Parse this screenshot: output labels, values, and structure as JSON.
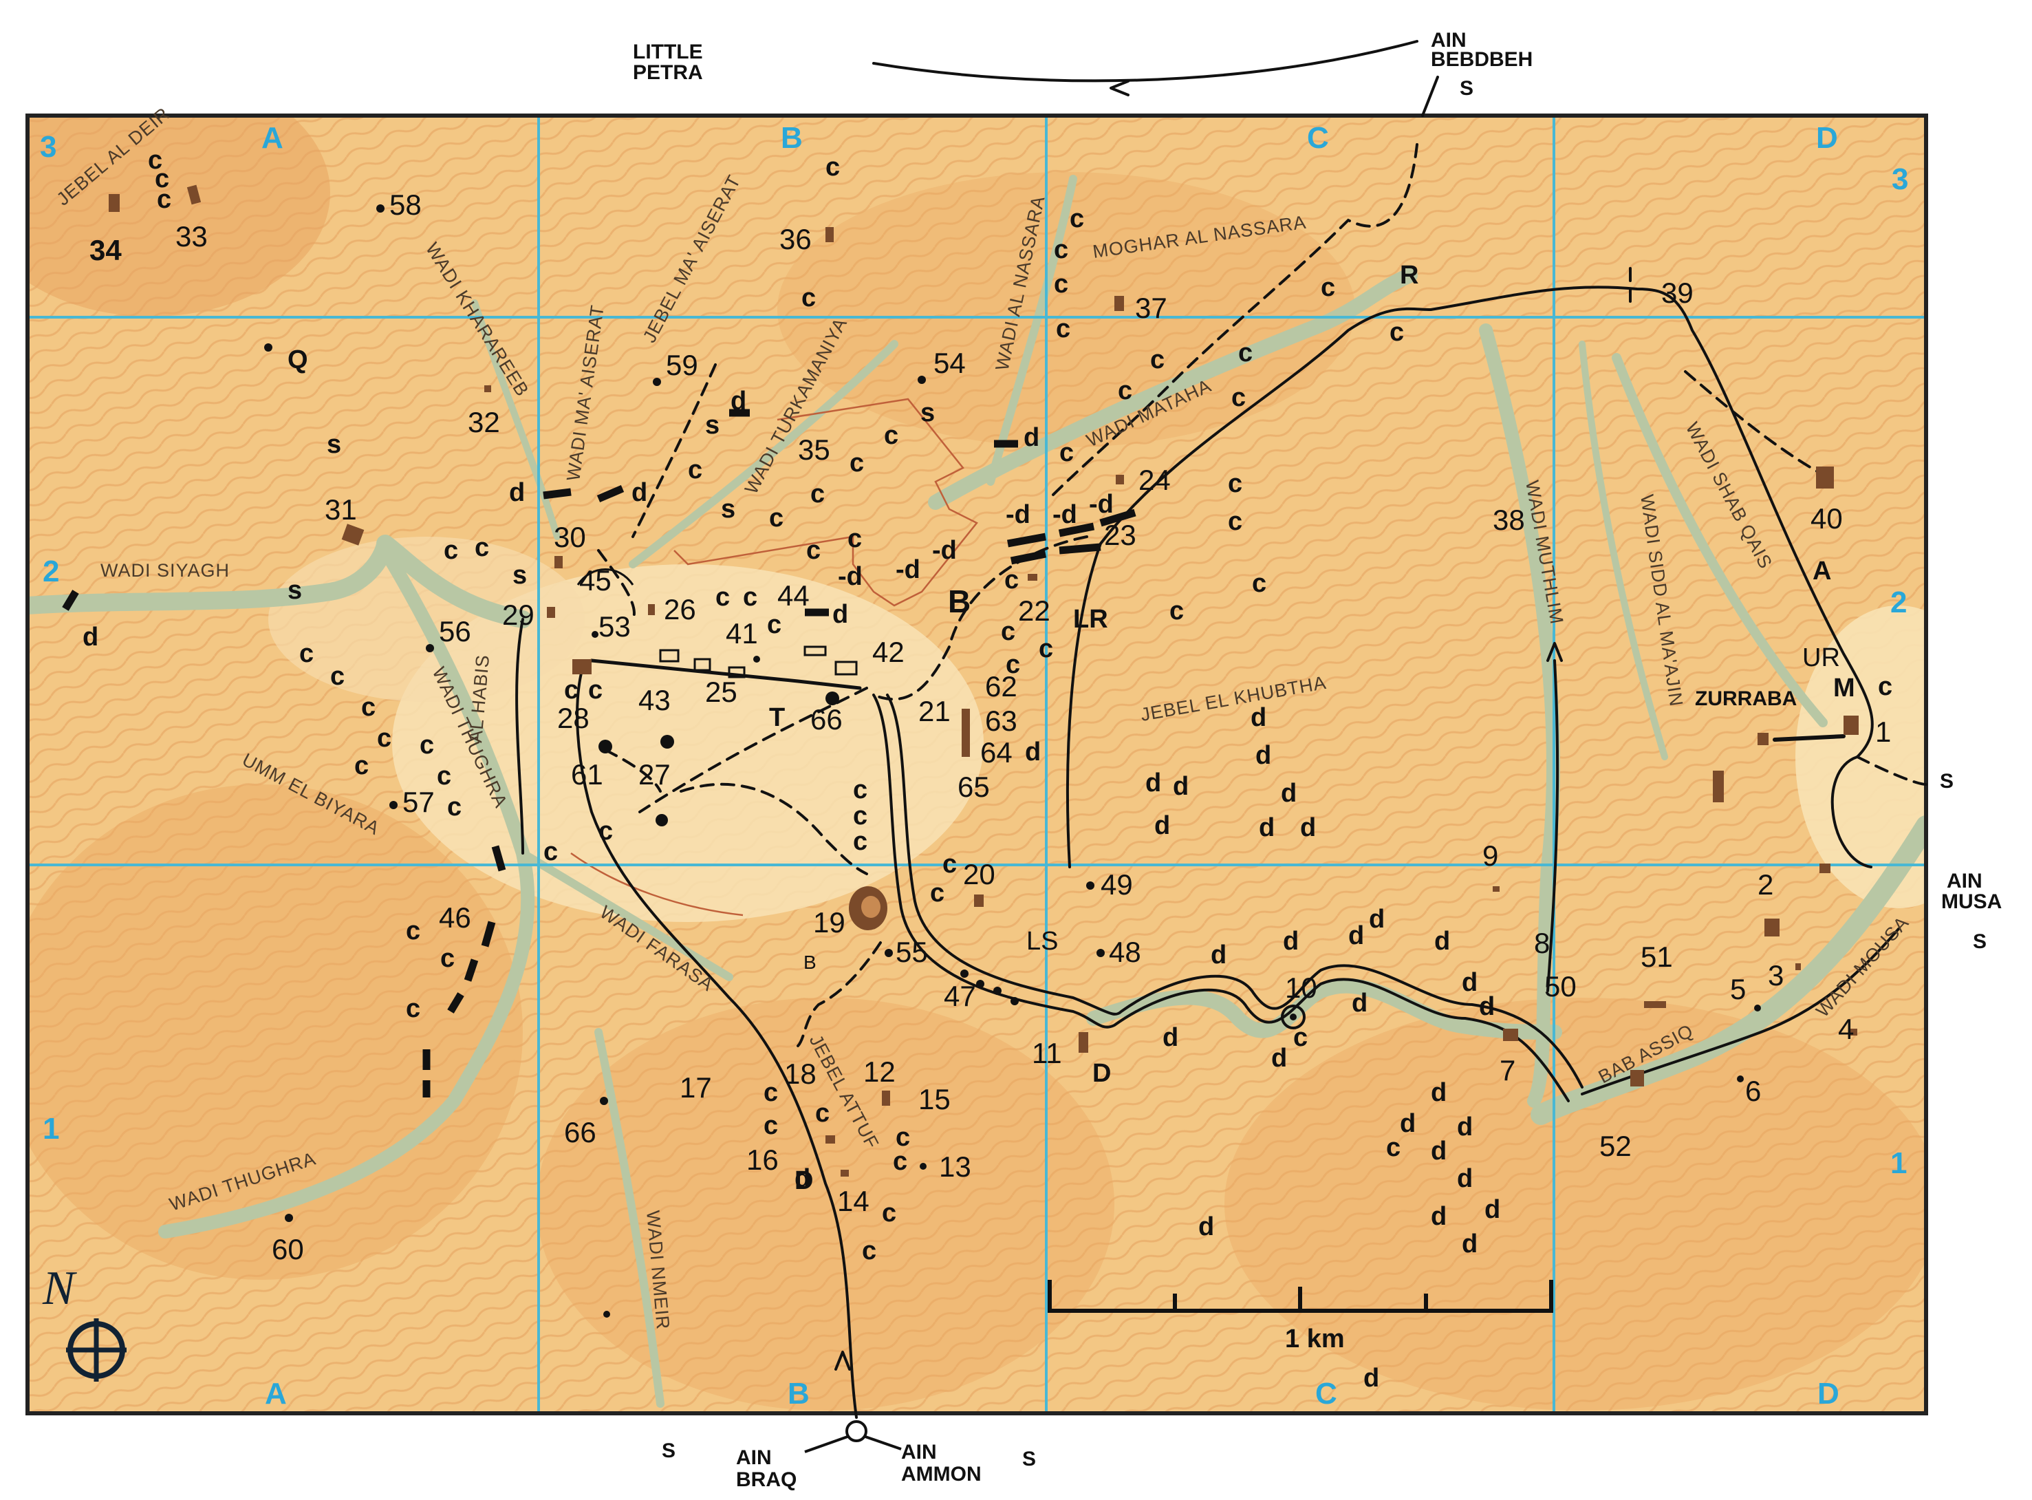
{
  "external_labels": {
    "little_petra": [
      "LITTLE",
      "PETRA"
    ],
    "ain_bebdbeh": [
      "AIN",
      "BEBDBEH"
    ],
    "ain_musa": [
      "AIN",
      "MUSA"
    ],
    "ain_braq": [
      "AIN",
      "BRAQ"
    ],
    "ain_ammon": [
      "AIN",
      "AMMON"
    ],
    "spring_marker": "S"
  },
  "grid": {
    "columns": [
      "A",
      "B",
      "C",
      "D"
    ],
    "rows": [
      "3",
      "2",
      "1"
    ]
  },
  "scale_bar": {
    "label": "1 km"
  },
  "north_arrow": {
    "letter": "N"
  },
  "place_names": [
    "JEBEL AL DEIR",
    "WADI KHARAREEB",
    "WADI MA' AISERAT",
    "JEBEL MA' AISERAT",
    "WADI TURKAMANIYA",
    "WADI AL NASSARA",
    "MOGHAR AL NASSARA",
    "WADI MATAHA",
    "WADI SIYAGH",
    "WADI THUGHRA",
    "AL HABIS",
    "UMM EL BIYARA",
    "WADI FARASA",
    "JEBEL ATTUF",
    "WADI NMEIR",
    "JEBEL EL KHUBTHA",
    "WADI MUTHLIM",
    "WADI SIDD AL MA'AJIN",
    "WADI SHAB QAIS",
    "ZURRABA",
    "BAB ASSIQ",
    "WADI MOUSA"
  ],
  "site_numbers": [
    "1",
    "2",
    "3",
    "4",
    "5",
    "6",
    "7",
    "8",
    "9",
    "10",
    "11",
    "12",
    "13",
    "14",
    "15",
    "16",
    "17",
    "18",
    "19",
    "20",
    "21",
    "22",
    "23",
    "24",
    "25",
    "26",
    "27",
    "28",
    "29",
    "30",
    "31",
    "32",
    "33",
    "34",
    "35",
    "36",
    "37",
    "38",
    "39",
    "40",
    "41",
    "42",
    "43",
    "44",
    "45",
    "46",
    "47",
    "48",
    "49",
    "50",
    "51",
    "52",
    "53",
    "54",
    "55",
    "56",
    "57",
    "58",
    "59",
    "60",
    "61",
    "62",
    "63",
    "64",
    "65",
    "66",
    "66"
  ],
  "feature_codes": {
    "cave": "c",
    "dwelling": "d",
    "dwelling_dashed": "-d",
    "spring": "s",
    "letters": [
      "Q",
      "R",
      "A",
      "B",
      "B",
      "T",
      "D",
      "D",
      "LR",
      "LS",
      "UR",
      "M"
    ]
  },
  "colors": {
    "terrain_light": "#f6d69a",
    "terrain_mid": "#eeb46c",
    "terrain_dark": "#d98a46",
    "wadi": "#b8c7a4",
    "grid_line": "#49b8d4",
    "grid_label": "#2aa7d8",
    "site_marker": "#7a4a2a"
  }
}
